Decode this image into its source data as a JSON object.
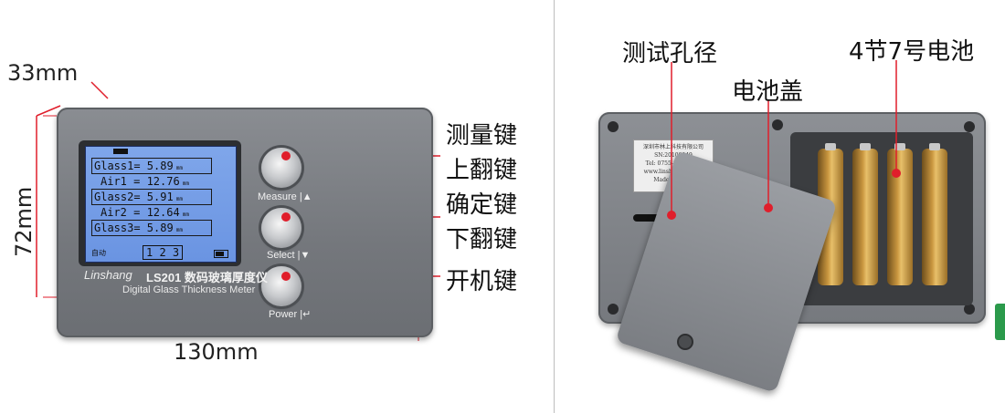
{
  "left_panel": {
    "dimensions": {
      "depth": "33mm",
      "height": "72mm",
      "width": "130mm"
    },
    "callouts": {
      "measure_key": "测量键",
      "page_up_key": "上翻键",
      "confirm_key": "确定键",
      "page_down_key": "下翻键",
      "power_key": "开机键"
    },
    "device": {
      "screen": {
        "glass1": "Glass1= 5.89",
        "air1": "Air1   = 12.76",
        "glass2": "Glass2= 5.91",
        "air2": "Air2   = 12.64",
        "glass3": "Glass3= 5.89",
        "unit": "mm",
        "mode": "自动",
        "pages": "1 2 3"
      },
      "buttons": {
        "measure": "Measure |▲",
        "select": "Select |▼",
        "power": "Power |↵"
      },
      "brand": "Linshang",
      "model_cn": "LS201 数码玻璃厚度仪",
      "model_en": "Digital Glass Thickness Meter"
    }
  },
  "right_panel": {
    "callouts": {
      "test_aperture": "测试孔径",
      "battery_cover": "电池盖",
      "batteries": "4节7号电池"
    },
    "nameplate": {
      "line1": "深圳市林上科技有限公司",
      "line2": "SN:20100049",
      "line3": "Tel: 0755-86263411",
      "line4": "www.linshangtech.cn",
      "line5": "Made in china"
    }
  },
  "colors": {
    "callout_dot": "#e01e2b",
    "device_body": "#7c7f84",
    "lcd_backlight": "#7aa2e8",
    "battery_gold": "#c9963f"
  }
}
